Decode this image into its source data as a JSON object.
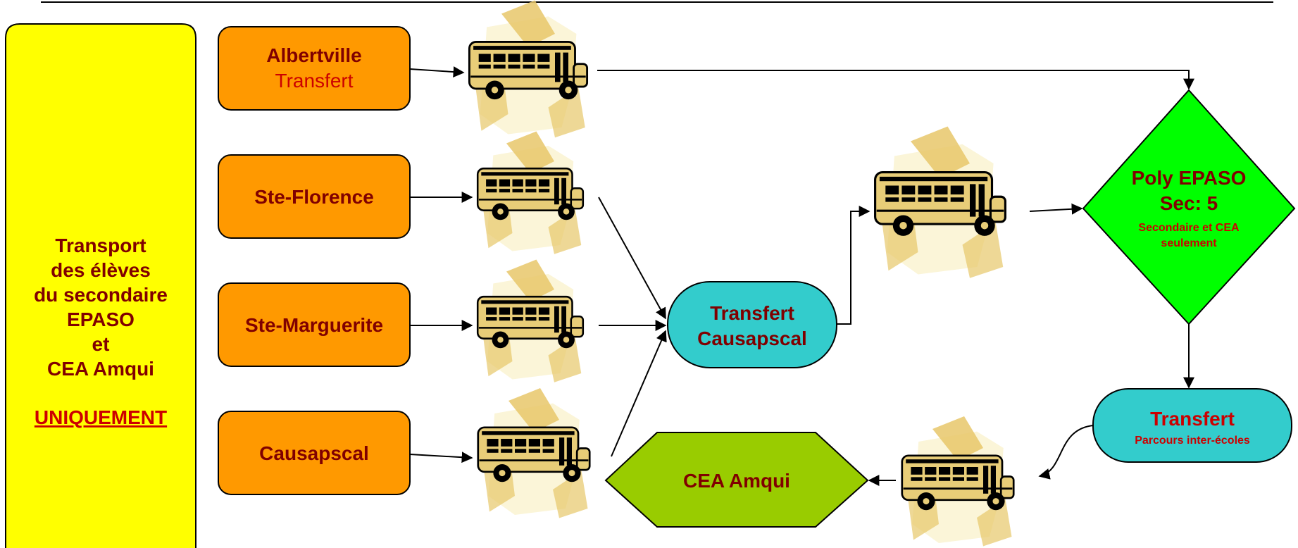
{
  "sidebar": {
    "lines": [
      "Transport",
      "des élèves",
      "du secondaire",
      "EPASO",
      "et",
      "CEA Amqui"
    ],
    "emphasis": "UNIQUEMENT"
  },
  "sources": [
    {
      "name": "Albertville",
      "sub": "Transfert"
    },
    {
      "name": "Ste-Florence",
      "sub": ""
    },
    {
      "name": "Ste-Marguerite",
      "sub": ""
    },
    {
      "name": "Causapscal",
      "sub": ""
    }
  ],
  "transfer_causapscal": {
    "line1": "Transfert",
    "line2": "Causapscal"
  },
  "poly": {
    "line1": "Poly EPASO",
    "line2": "Sec: 5",
    "line3": "Secondaire et CEA",
    "line4": "seulement"
  },
  "transfer_inter": {
    "title": "Transfert",
    "sub": "Parcours inter-écoles"
  },
  "cea": {
    "label": "CEA Amqui"
  },
  "icons": {
    "bus": "school-bus-icon"
  },
  "colors": {
    "sidebar_fill": "#ffff00",
    "source_fill": "#ff9900",
    "teal_fill": "#33cccc",
    "poly_fill": "#00ff00",
    "cea_fill": "#99cc00",
    "text_dark": "#800000",
    "text_red": "#cc0000",
    "text_emphasis": "#cc0000",
    "bus_yellow": "#e8cd78",
    "paper_tan": "#e7c76a",
    "paper_cream": "#fbf5d8"
  }
}
